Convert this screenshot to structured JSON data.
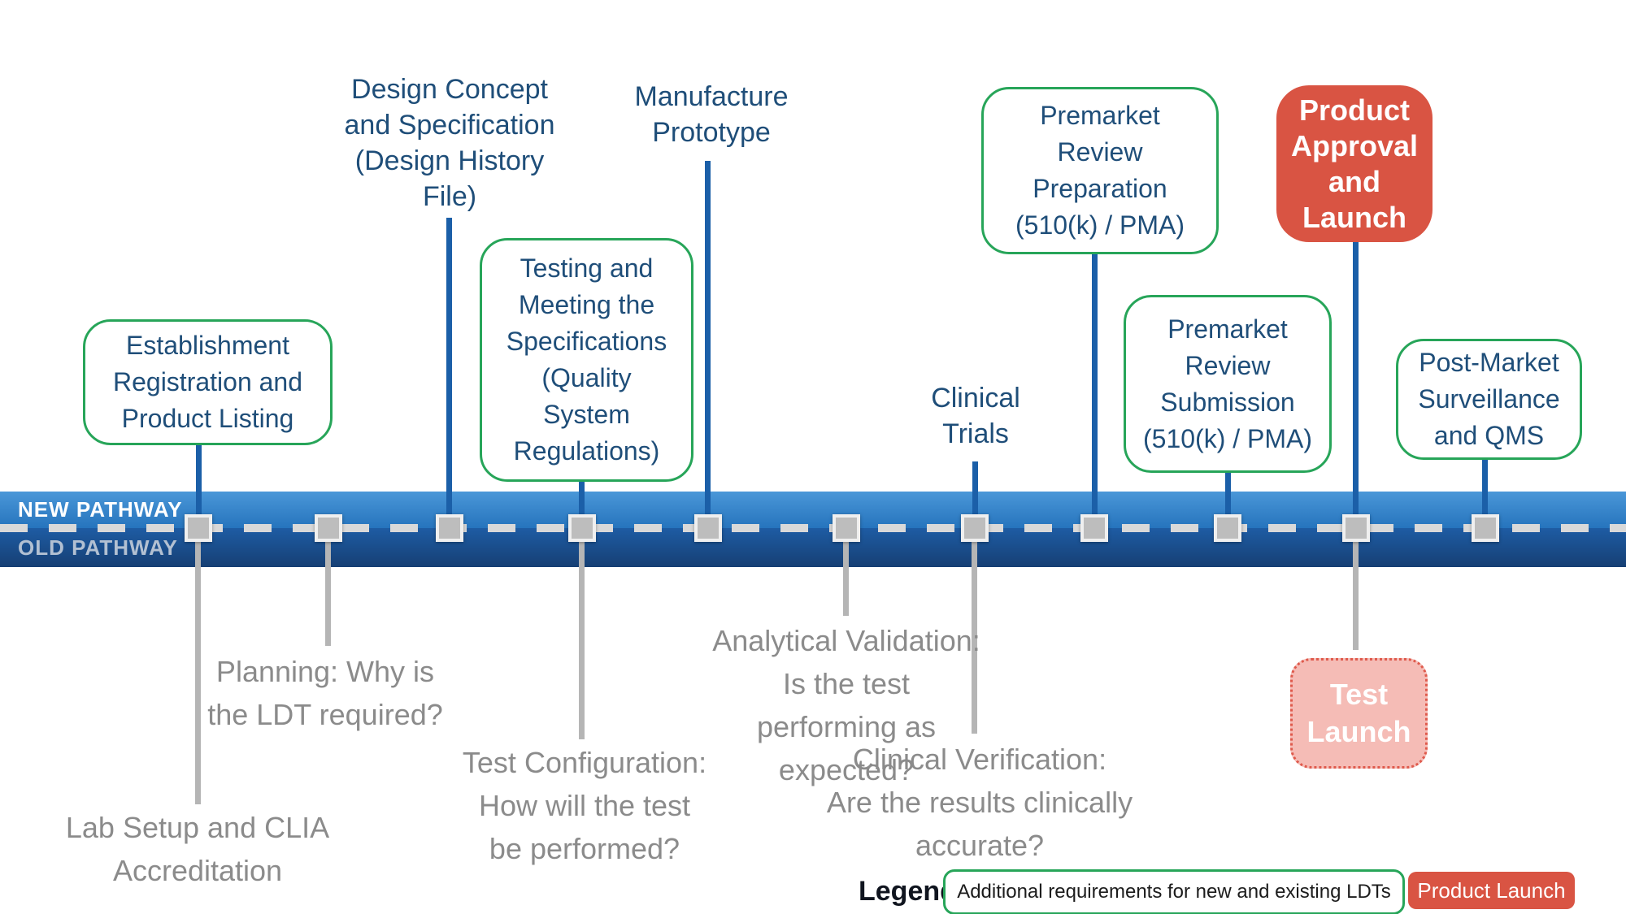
{
  "timeline": {
    "new_label": "NEW PATHWAY",
    "old_label": "OLD PATHWAY",
    "marker_count": 11
  },
  "steps_above": [
    {
      "name": "establishment-registration",
      "style": "green-box",
      "text": "Establishment\nRegistration and\nProduct Listing"
    },
    {
      "name": "design-concept",
      "style": "plain",
      "text": "Design Concept\nand Specification\n(Design History\nFile)"
    },
    {
      "name": "testing-specifications",
      "style": "green-box",
      "text": "Testing and\nMeeting the\nSpecifications\n(Quality\nSystem\nRegulations)"
    },
    {
      "name": "manufacture-prototype",
      "style": "plain",
      "text": "Manufacture\nPrototype"
    },
    {
      "name": "clinical-trials",
      "style": "plain",
      "text": "Clinical\nTrials"
    },
    {
      "name": "premarket-review-preparation",
      "style": "green-box",
      "text": "Premarket\nReview\nPreparation\n(510(k) / PMA)"
    },
    {
      "name": "premarket-review-submission",
      "style": "green-box",
      "text": "Premarket\nReview\nSubmission\n(510(k) / PMA)"
    },
    {
      "name": "product-approval-and-launch",
      "style": "red-box",
      "text": "Product\nApproval\nand\nLaunch"
    },
    {
      "name": "post-market-surveillance",
      "style": "green-box",
      "text": "Post-Market\nSurveillance\nand QMS"
    }
  ],
  "steps_below": [
    {
      "name": "lab-setup",
      "style": "gray-text",
      "text": "Lab Setup and CLIA\nAccreditation"
    },
    {
      "name": "planning",
      "style": "gray-text",
      "text": "Planning: Why is\nthe LDT required?"
    },
    {
      "name": "test-configuration",
      "style": "gray-text",
      "text": "Test Configuration:\nHow will the test\nbe performed?"
    },
    {
      "name": "analytical-validation",
      "style": "gray-text",
      "text": "Analytical Validation:\nIs the test\nperforming as\nexpected?"
    },
    {
      "name": "clinical-verification",
      "style": "gray-text",
      "text": "Clinical Verification:\nAre the results clinically\naccurate?"
    },
    {
      "name": "test-launch",
      "style": "pink-box",
      "text": "Test\nLaunch"
    }
  ],
  "legend": {
    "label": "Legend:",
    "green_item": "Additional requirements for new and existing LDTs",
    "red_item": "Product Launch"
  },
  "colors": {
    "blue_text": "#1f4e79",
    "green_border": "#27a559",
    "red_fill": "#d95443",
    "pink_fill": "#f5bcb6",
    "new_band": "#2f7fc4",
    "old_band": "#1a4f8d",
    "gray_text": "#8b8b8b"
  }
}
